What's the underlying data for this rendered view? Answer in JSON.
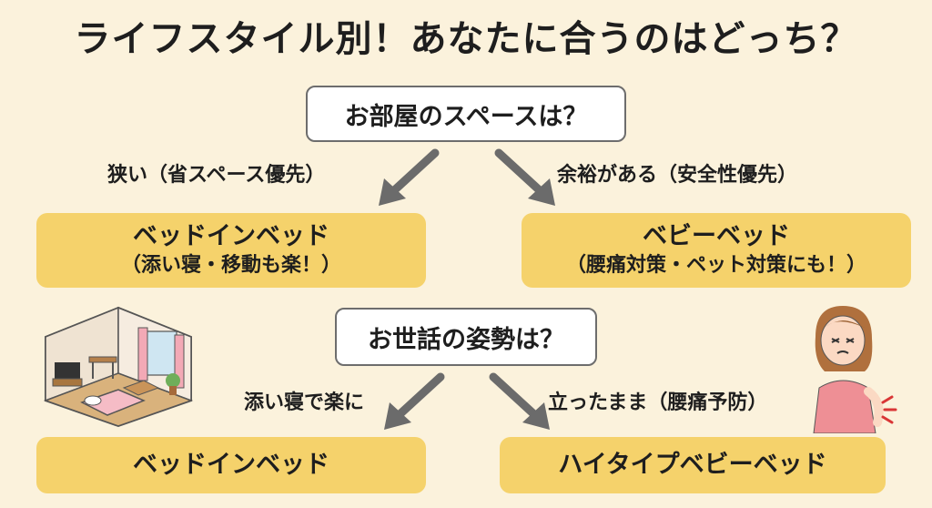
{
  "title": "ライフスタイル別！あなたに合うのはどっち？",
  "question1": {
    "text": "お部屋のスペースは？",
    "left_branch": "狭い（省スペース優先）",
    "right_branch": "余裕がある（安全性優先）",
    "left_result": {
      "main": "ベッドインベッド",
      "sub": "（添い寝・移動も楽！）"
    },
    "right_result": {
      "main": "ベビーベッド",
      "sub": "（腰痛対策・ペット対策にも！）"
    }
  },
  "question2": {
    "text": "お世話の姿勢は？",
    "left_branch": "添い寝で楽に",
    "right_branch": "立ったまま（腰痛予防）",
    "left_result": {
      "main": "ベッドインベッド"
    },
    "right_result": {
      "main": "ハイタイプベビーベッド"
    }
  },
  "colors": {
    "background": "#fbf2dc",
    "result_box": "#f5d26b",
    "arrow": "#6b6b6b",
    "question_border": "#6d6d6d"
  },
  "illustrations": [
    "room-interior-illustration",
    "woman-back-pain-illustration"
  ]
}
